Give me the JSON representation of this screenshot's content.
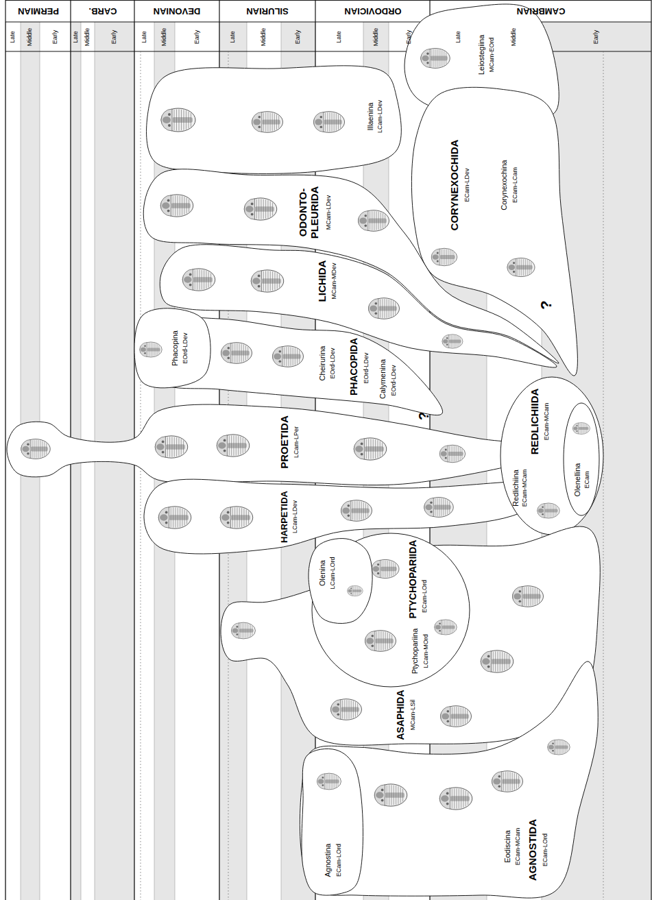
{
  "diagram": {
    "nodes": [
      {
        "text": [
          "Leiostegiina",
          "MCam-EOrd"
        ]
      },
      {
        "text": [
          "Illaenina",
          "LCam-LDev"
        ]
      },
      {
        "text": [
          "CORYNEXOCHIDA",
          "ECam-LDev",
          "Corynexochina",
          "ECam-LCam"
        ]
      },
      {
        "text": [
          "ODONTO- PLEURIDA",
          "MCam-LDev"
        ]
      },
      {
        "text": [
          "LICHIDA",
          "MCam-MDev"
        ]
      },
      {
        "text": [
          "PHACOPIDA",
          "EOrd-LDev",
          "Cheirurina",
          "EOrd-LDev",
          "Calymenina",
          "EOrd-LDev"
        ]
      },
      {
        "text": [
          "Phacopina",
          "EOrd-LDev"
        ],
        "in": 5
      },
      {
        "text": [
          "PROETIDA",
          "LCam-LPer"
        ]
      },
      {
        "text": [
          "HARPETIDA",
          "LCam-LDev"
        ]
      },
      {
        "text": [
          "REDLICHIIDA",
          "ECam-MCam",
          "Redlichiina",
          "ECam-MCam"
        ]
      },
      {
        "text": [
          "Olenellina",
          "ECam"
        ],
        "in": 9
      },
      {
        "text": [
          "ASAPHIDA",
          "MCam-LSil"
        ]
      },
      {
        "text": [
          "PTYCHOPARIIDA",
          "ECam-LOrd",
          "Ptychopariina",
          "LCam-MOrd"
        ]
      },
      {
        "text": [
          "Olenina",
          "LCam-LOrd"
        ],
        "in": 12
      },
      {
        "text": [
          "AGNOSTIDA",
          "ECam-LOrd",
          "Eodiscina",
          "ECam-MCam"
        ]
      },
      {
        "text": [
          "Agnostina",
          "ECam-LOrd"
        ],
        "in": 14
      }
    ],
    "labels": [
      "PERMIAN",
      "CARB.",
      "DEVONIAN",
      "SILURIAN",
      "ORDOVICIAN",
      "CAMBRIAN",
      "Late",
      "Middle",
      "Early",
      "Late",
      "Middle",
      "Early",
      "Late",
      "Middle",
      "Early",
      "Late",
      "Middle",
      "Early",
      "Late",
      "Middle",
      "Early",
      "Late",
      "Middle",
      "Early",
      "?",
      "?"
    ]
  }
}
